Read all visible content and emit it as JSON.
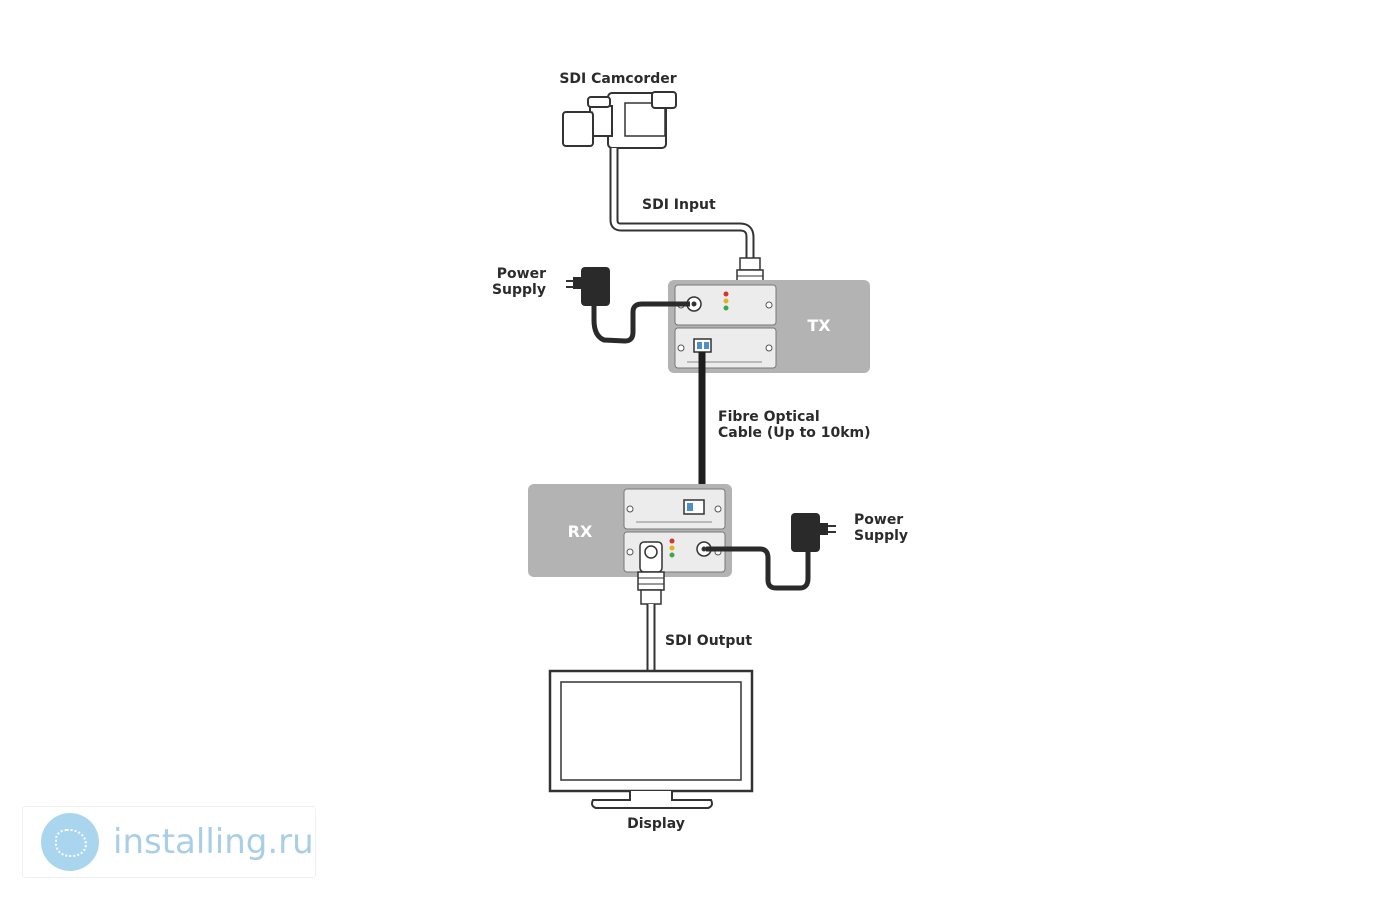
{
  "diagram": {
    "labels": {
      "camcorder": "SDI Camcorder",
      "sdi_input": "SDI Input",
      "power_supply_tx_line1": "Power",
      "power_supply_tx_line2": "Supply",
      "tx": "TX",
      "fibre_line1": "Fibre Optical",
      "fibre_line2": "Cable (Up to 10km)",
      "rx": "RX",
      "power_supply_rx_line1": "Power",
      "power_supply_rx_line2": "Supply",
      "sdi_output": "SDI Output",
      "display": "Display"
    },
    "colors": {
      "unit_box": "#b3b3b3",
      "panel": "#e8e8e8",
      "cable": "#3a3a3a",
      "fibre": "#1e1e1e",
      "led_red": "#d9332b",
      "led_yellow": "#e6b020",
      "led_green": "#3aa84a"
    }
  },
  "watermark": {
    "text": "installing.ru"
  }
}
